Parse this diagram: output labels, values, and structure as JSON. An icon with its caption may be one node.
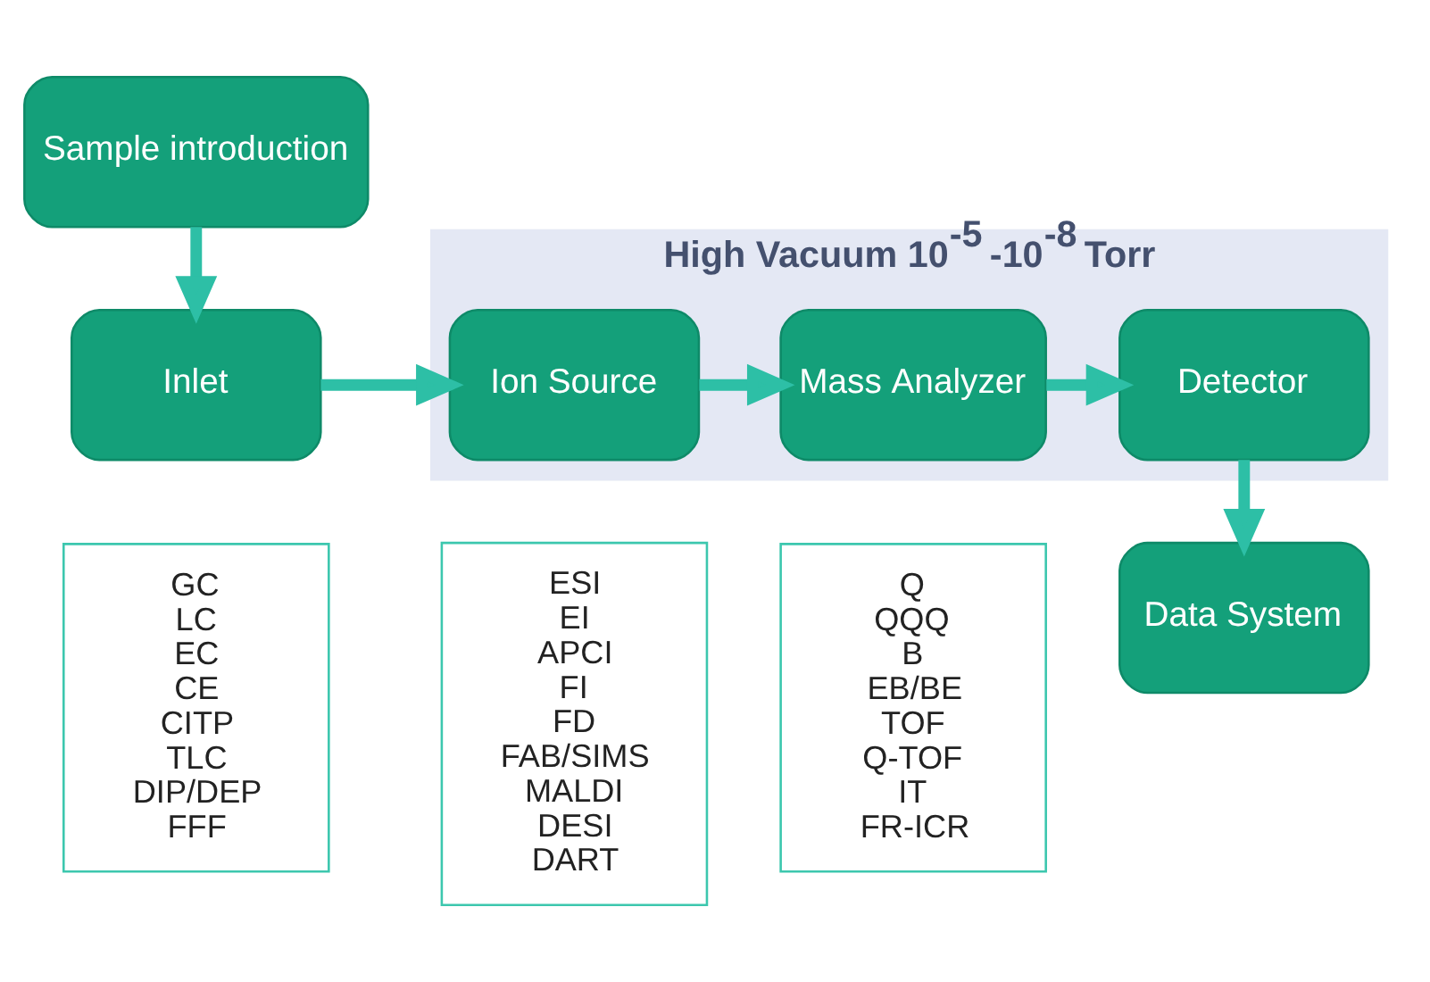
{
  "diagram": {
    "nodes": [
      {
        "text": [
          "Sample introduction"
        ]
      },
      {
        "text": [
          "Data System"
        ]
      },
      {
        "text": [
          "High Vacuum 10$^{-5}$ -10$^{-8}$ Torr"
        ]
      },
      {
        "text": [
          "Inlet"
        ]
      },
      {
        "text": [
          "GC",
          "LC",
          "EC",
          "CE",
          "CITP",
          "TLC",
          "DIP/DEP",
          "FFF"
        ]
      },
      {
        "text": [
          "Ion Source"
        ],
        "in": 2
      },
      {
        "text": [
          "ESI",
          "EI",
          "APCI",
          "FI",
          "FD",
          "FAB/SIMS",
          "MALDI",
          "DESI",
          "DART"
        ]
      },
      {
        "text": [
          "Mass Analyzer"
        ],
        "in": 2
      },
      {
        "text": [
          "Q",
          "QQQ",
          "B",
          "EB/BE",
          "TOF",
          "Q-TOF",
          "IT",
          "FR-ICR"
        ]
      },
      {
        "text": [
          "Detector"
        ],
        "in": 2
      }
    ],
    "edges": [
      {
        "from": 0,
        "to": 3,
        "arrow": "to"
      },
      {
        "from": 3,
        "to": 5,
        "arrow": "to"
      },
      {
        "from": 5,
        "to": 7,
        "arrow": "to"
      },
      {
        "from": 7,
        "to": 9,
        "arrow": "to"
      },
      {
        "from": 9,
        "to": 1,
        "arrow": "to"
      }
    ]
  }
}
